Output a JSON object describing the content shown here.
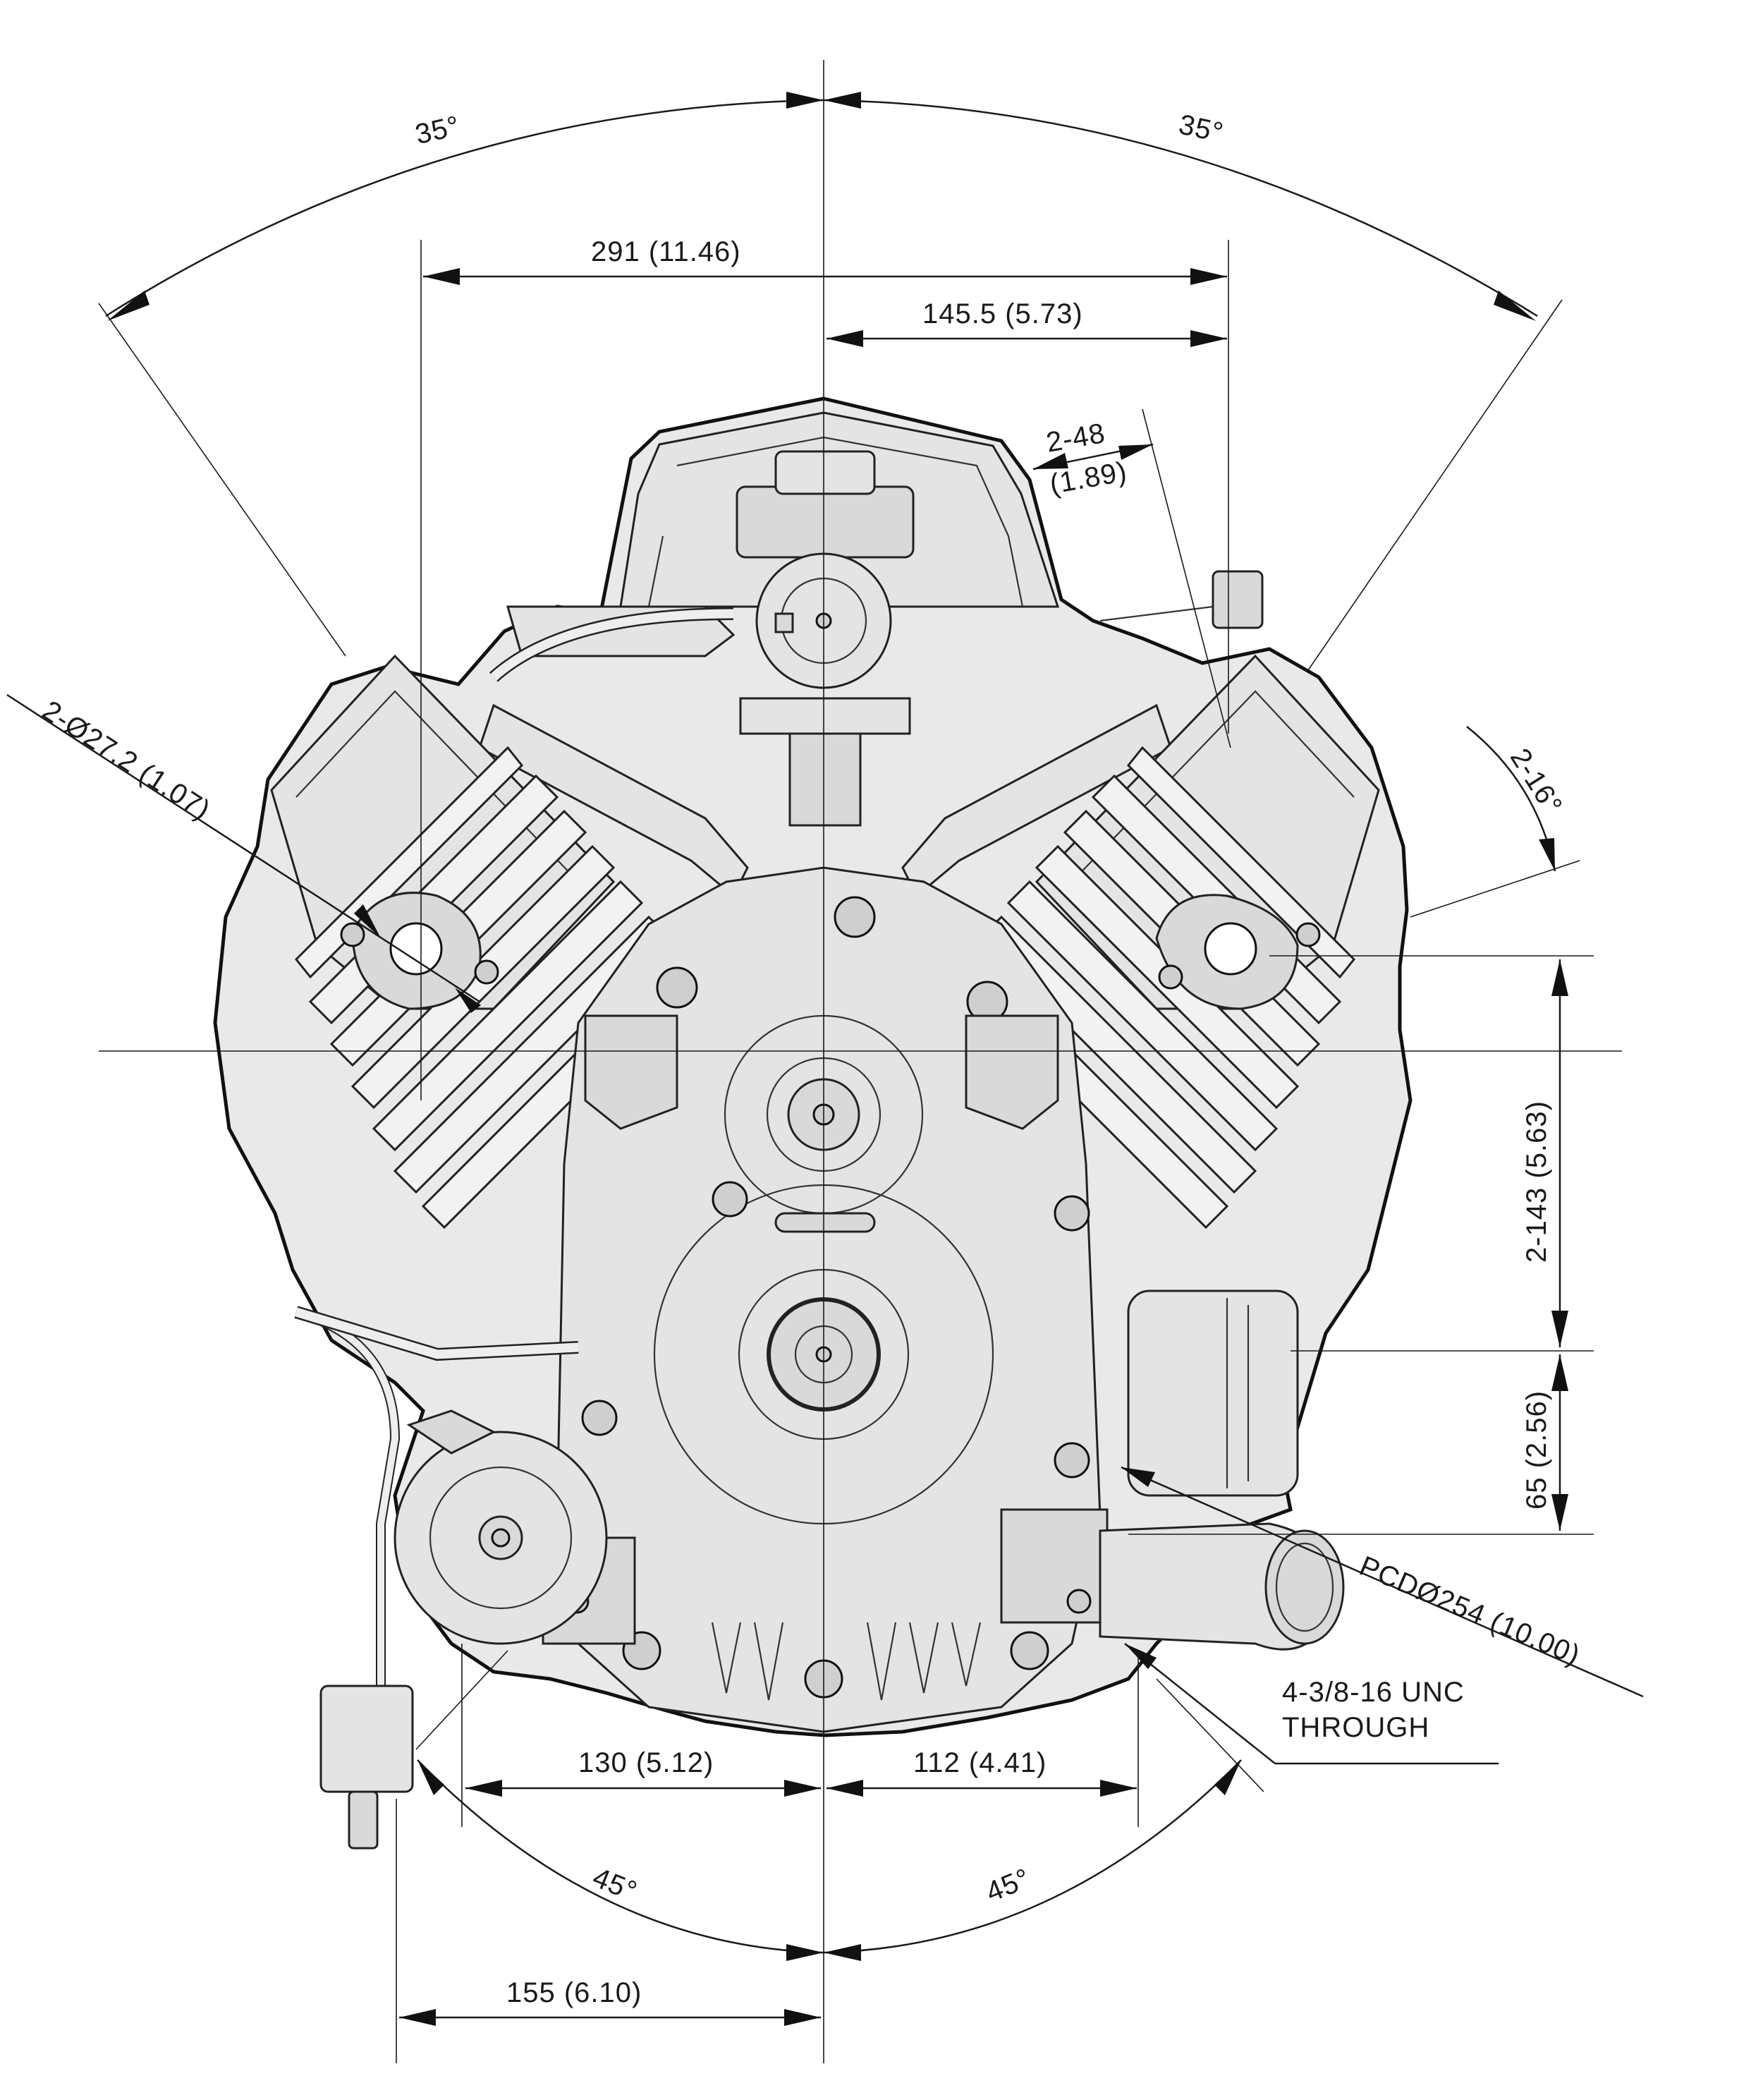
{
  "dimensions": {
    "angle_top_left": "35°",
    "angle_top_right": "35°",
    "width_overall": "291  (11.46)",
    "half_width": "145.5  (5.73)",
    "boss_offset": "2-48",
    "boss_offset_in": "(1.89)",
    "mount_hole_dia": "2-Ø27.2  (1.07)",
    "angle_right_small": "2-16°",
    "vertical_spacing": "2-143  (5.63)",
    "vertical_low": "65  (2.56)",
    "pcd": "PCDØ254  (10.00)",
    "thread_line1": "4-3/8-16 UNC",
    "thread_line2": "THROUGH",
    "bottom_left_width": "130  (5.12)",
    "bottom_right_width": "112  (4.41)",
    "angle_bottom_left": "45°",
    "angle_bottom_right": "45°",
    "bottom_overall": "155  (6.10)"
  },
  "icons": {
    "engine": "v-twin-engine-front-view"
  }
}
